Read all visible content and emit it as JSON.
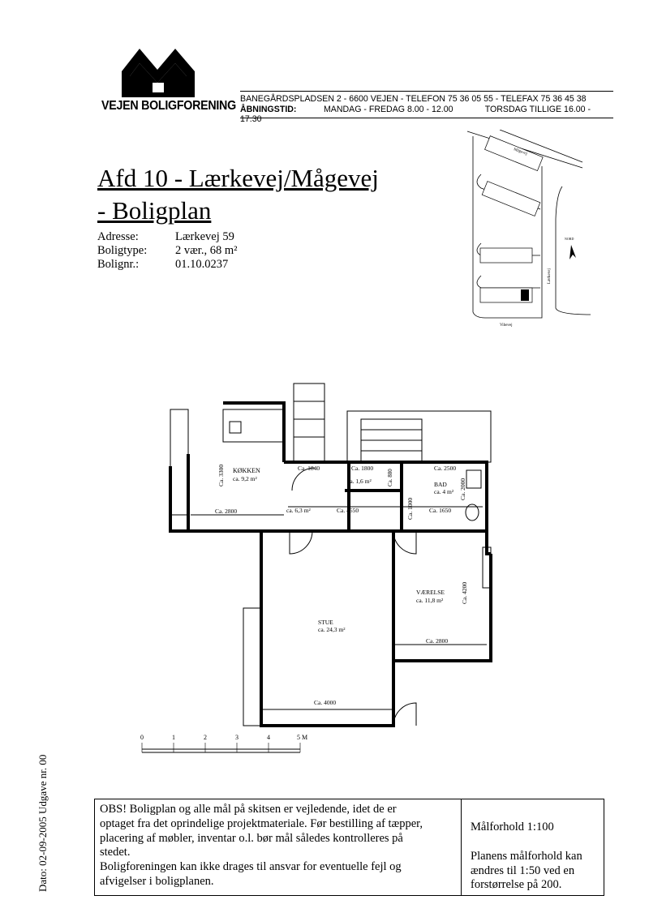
{
  "header": {
    "logo_text": "VEJEN BOLIGFORENING",
    "address_line": "BANEGÅRDSPLADSEN 2 - 6600 VEJEN - TELEFON 75 36 05 55 - TELEFAX 75 36 45 38",
    "hours_label": "ÅBNINGSTID:",
    "hours_weekdays": "MANDAG - FREDAG 8.00 - 12.00",
    "hours_thursday": "TORSDAG TILLIGE 16.00 - 17.30"
  },
  "title": {
    "line1": "Afd 10 - Lærkevej/Mågevej",
    "line2": "- Boligplan"
  },
  "info": [
    {
      "label": "Adresse:",
      "value": "Lærkevej 59"
    },
    {
      "label": "Boligtype:",
      "value": "2 vær., 68 m²"
    },
    {
      "label": "Bolignr.:",
      "value": "01.10.0237"
    }
  ],
  "site_map": {
    "road_top": "Mågevej",
    "road_right": "Lærkevej",
    "road_bottom": "Vibevej",
    "north": "NORD"
  },
  "plan": {
    "kitchen": {
      "name": "KØKKEN",
      "area": "ca. 9,2 m²",
      "dim_w": "Ca. 2800",
      "dim_h": "Ca. 3300"
    },
    "hall": {
      "area": "ca. 6,3 m²",
      "dim_top": "Ca. 1840",
      "dim_w": "Ca. 4550"
    },
    "closet": {
      "area": "ca. 1,6 m²",
      "dim_w": "Ca. 1800",
      "dim_h": "Ca. 880"
    },
    "bath": {
      "name": "BAD",
      "area": "ca. 4 m²",
      "dim_w": "Ca. 2500",
      "dim_h": "Ca. 2000",
      "dim_bottom": "Ca. 1650"
    },
    "passage": {
      "dim_h": "Ca. 1000"
    },
    "bedroom": {
      "name": "VÆRELSE",
      "area": "ca. 11,8 m²",
      "dim_w": "Ca. 2800",
      "dim_h": "Ca. 4200"
    },
    "living": {
      "name": "STUE",
      "area": "ca. 24,3 m²",
      "dim_w": "Ca. 4000"
    }
  },
  "scale_bar": {
    "ticks": [
      "0",
      "1",
      "2",
      "3",
      "4",
      "5 M"
    ]
  },
  "side_note": "Dato: 02-09-2005  Udgave nr. 00",
  "notice": {
    "lines": [
      "OBS! Boligplan og alle mål på skitsen er vejledende, idet de er",
      "optaget fra det oprindelige projektmateriale. Før bestilling af tæpper,",
      "placering af møbler, inventar o.l. bør mål således kontrolleres på",
      "stedet.",
      "Boligforeningen kan ikke drages til ansvar for eventuelle fejl og",
      "afvigelser i boligplanen."
    ],
    "scale_title": "Målforhold 1:100",
    "scale_lines": [
      "Planens målforhold kan",
      "ændres til 1:50 ved en",
      "forstørrelse på 200."
    ]
  }
}
